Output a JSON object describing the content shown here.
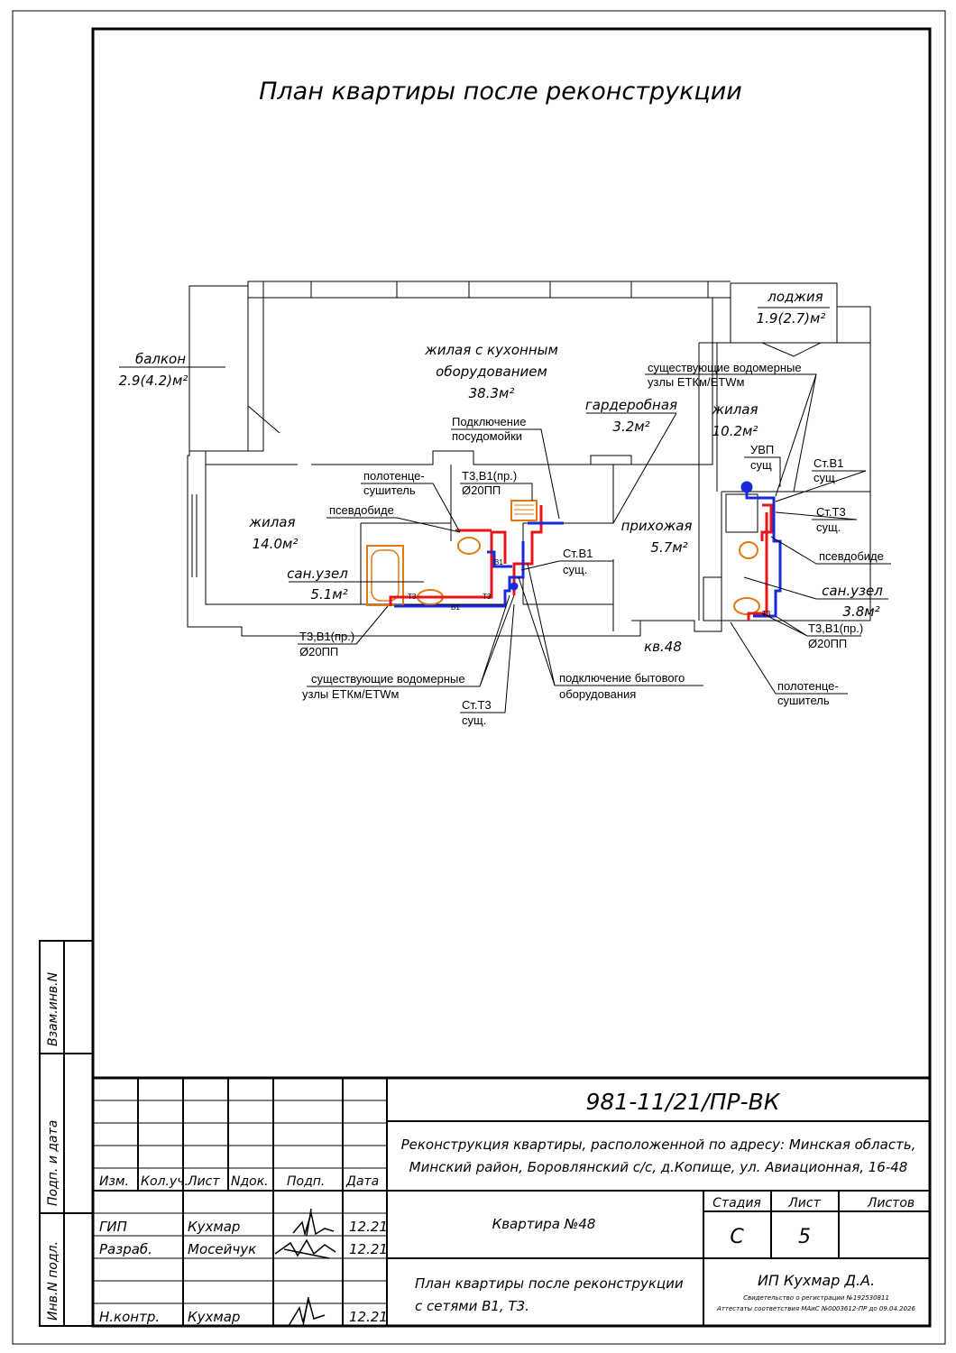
{
  "sheet": {
    "title": "План квартиры после реконструкции"
  },
  "rooms": {
    "balcony_name": "балкон",
    "balcony_area": "2.9(4.2)м²",
    "living_kitchen_name_1": "жилая с кухонным",
    "living_kitchen_name_2": "оборудованием",
    "living_kitchen_area": "38.3м²",
    "loggia_name": "лоджия",
    "loggia_area": "1.9(2.7)м²",
    "wardrobe_name": "гардеробная",
    "wardrobe_area": "3.2м²",
    "living_right_name": "жилая",
    "living_right_area": "10.2м²",
    "living_left_name": "жилая",
    "living_left_area": "14.0м²",
    "bath_left_name": "сан.узел",
    "bath_left_area": "5.1м²",
    "hall_name": "прихожая",
    "hall_area": "5.7м²",
    "bath_right_name": "сан.узел",
    "bath_right_area": "3.8м²",
    "apartment_label": "кв.48"
  },
  "callouts": {
    "water_nodes_top_1": "существующие водомерные",
    "water_nodes_top_2": "узлы ЕТКм/ЕТWм",
    "dishwasher_1": "Подключение",
    "dishwasher_2": "посудомойки",
    "towel_left_1": "полотенце-",
    "towel_left_2": "сушитель",
    "pipes_top_1": "Т3,В1(пр.)",
    "pipes_top_2": "Ø20ПП",
    "bidet_left": "псевдобиде",
    "uvp_1": "УВП",
    "uvp_2": "сущ",
    "stv1_right_1": "Ст.В1",
    "stv1_right_2": "сущ.",
    "stt3_right_1": "Ст.Т3",
    "stt3_right_2": "сущ.",
    "bidet_right": "псевдобиде",
    "stv1_mid_1": "Ст.В1",
    "stv1_mid_2": "сущ.",
    "pipes_bl_1": "Т3,В1(пр.)",
    "pipes_bl_2": "Ø20ПП",
    "pipes_br_1": "Т3,В1(пр.)",
    "pipes_br_2": "Ø20ПП",
    "water_nodes_bot_1": "существующие водомерные",
    "water_nodes_bot_2": "узлы ЕТКм/ЕТWм",
    "appliance_1": "подключение бытового",
    "appliance_2": "оборудования",
    "stt3_bot_1": "Ст.Т3",
    "stt3_bot_2": "сущ.",
    "towel_right_1": "полотенце-",
    "towel_right_2": "сушитель"
  },
  "pipe_tags": {
    "t3": "Т3",
    "b1": "В1"
  },
  "colors": {
    "hot_pipe": "#e8141b",
    "cold_pipe": "#1a2ad6",
    "fixture": "#e07a10"
  },
  "side_stamp": {
    "vzam": "Взам.инв.N",
    "podp": "Подп. и дата",
    "inv": "Инв.N подл."
  },
  "title_block": {
    "code": "981-11/21/ПР-ВК",
    "project_1": "Реконструкция квартиры, расположенной по адресу: Минская область,",
    "project_2": "Минский район, Боровлянский с/с, д.Копище, ул. Авиационная, 16-48",
    "h_izm": "Изм.",
    "h_koluch": "Кол.уч.",
    "h_list": "Лист",
    "h_ndok": "Nдок.",
    "h_podp": "Подп.",
    "h_data": "Дата",
    "r1_role": "ГИП",
    "r1_name": "Кухмар",
    "r1_date": "12.21",
    "r2_role": "Разраб.",
    "r2_name": "Мосейчук",
    "r2_date": "12.21",
    "r3_role": "Н.контр.",
    "r3_name": "Кухмар",
    "r3_date": "12.21",
    "object": "Квартира №48",
    "h_stage": "Стадия",
    "h_sheet": "Лист",
    "h_sheets": "Листов",
    "stage": "С",
    "sheet": "5",
    "sheets": "",
    "drawing_1": "План квартиры после реконструкции",
    "drawing_2": "с сетями В1, Т3.",
    "org": "ИП Кухмар Д.А.",
    "cert_1": "Свидетельство о регистрации №192530811",
    "cert_2": "Аттестаты соответствия МАиС №0003612-ПР до 09.04.2026"
  }
}
